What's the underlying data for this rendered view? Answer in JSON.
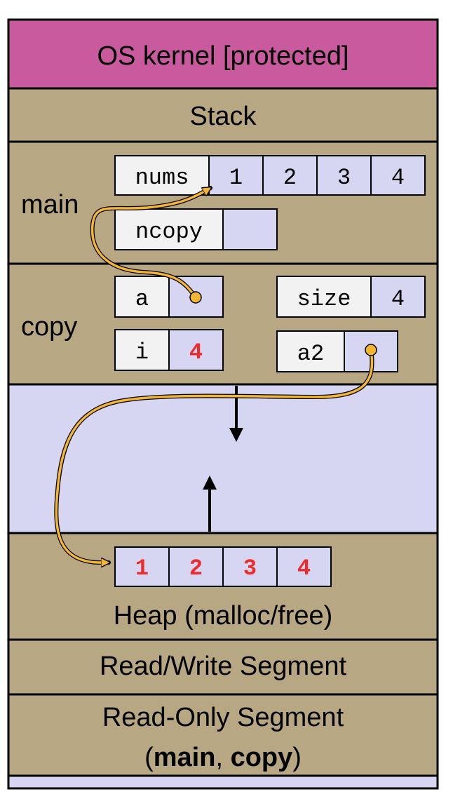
{
  "colors": {
    "kernel": "#c95a9e",
    "segment": "#b8a783",
    "free": "#d6d6f2",
    "cell_label": "#f2f2f2",
    "cell_value": "#d6d6f2",
    "pointer": "#f4b535",
    "highlight_text": "#ee2a2a",
    "border": "#000000"
  },
  "regions": {
    "kernel": "OS kernel [protected]",
    "stack": "Stack",
    "heap": "Heap (malloc/free)",
    "rw_segment": "Read/Write Segment",
    "ro_segment_line1": "Read-Only Segment",
    "ro_segment_paren_open": "(",
    "ro_segment_main": "main",
    "ro_segment_comma": ", ",
    "ro_segment_copy": "copy",
    "ro_segment_paren_close": ")"
  },
  "frames": {
    "main": {
      "label": "main",
      "nums": {
        "name": "nums",
        "values": [
          "1",
          "2",
          "3",
          "4"
        ]
      },
      "ncopy": {
        "name": "ncopy",
        "value": ""
      }
    },
    "copy": {
      "label": "copy",
      "a": {
        "name": "a",
        "value": ""
      },
      "i": {
        "name": "i",
        "value": "4"
      },
      "size": {
        "name": "size",
        "value": "4"
      },
      "a2": {
        "name": "a2",
        "value": ""
      }
    }
  },
  "heap_array": {
    "values": [
      "1",
      "2",
      "3",
      "4"
    ]
  },
  "arrows": {
    "stack_growth": "down",
    "heap_growth": "up"
  }
}
